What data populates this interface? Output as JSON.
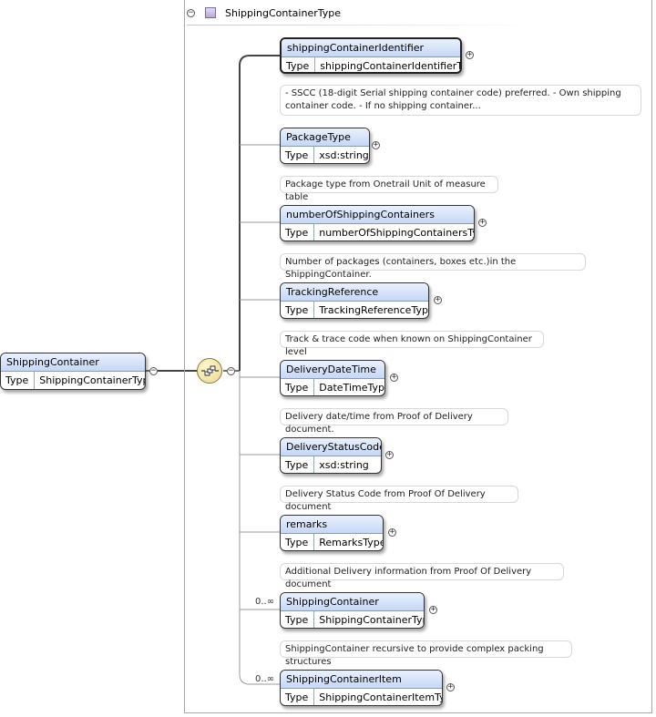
{
  "root": {
    "title": "ShippingContainer",
    "type_key": "Type",
    "type_value": "ShippingContainerType"
  },
  "complex_type": {
    "name": "ShippingContainerType"
  },
  "elements": [
    {
      "name": "shippingContainerIdentifier",
      "type_key": "Type",
      "type_value": "shippingContainerIdentifierType",
      "cardinality": "",
      "doc": "- SSCC (18-digit Serial shipping container code) preferred. - Own shipping container code. - If no shipping container..."
    },
    {
      "name": "PackageType",
      "type_key": "Type",
      "type_value": "xsd:string",
      "cardinality": "",
      "doc": "Package type from Onetrail Unit of measure table"
    },
    {
      "name": "numberOfShippingContainers",
      "type_key": "Type",
      "type_value": "numberOfShippingContainersType",
      "cardinality": "",
      "doc": "Number of packages (containers, boxes etc.)in the ShippingContainer."
    },
    {
      "name": "TrackingReference",
      "type_key": "Type",
      "type_value": "TrackingReferenceType",
      "cardinality": "",
      "doc": "Track & trace code when known on ShippingContainer level"
    },
    {
      "name": "DeliveryDateTime",
      "type_key": "Type",
      "type_value": "DateTimeType",
      "cardinality": "",
      "doc": "Delivery date/time from Proof of Delivery document."
    },
    {
      "name": "DeliveryStatusCode",
      "type_key": "Type",
      "type_value": "xsd:string",
      "cardinality": "",
      "doc": "Delivery Status Code from Proof Of Delivery document"
    },
    {
      "name": "remarks",
      "type_key": "Type",
      "type_value": "RemarksType",
      "cardinality": "",
      "doc": "Additional Delivery information from Proof Of Delivery document"
    },
    {
      "name": "ShippingContainer",
      "type_key": "Type",
      "type_value": "ShippingContainerType",
      "cardinality": "0..∞",
      "doc": "ShippingContainer recursive to provide complex packing structures"
    },
    {
      "name": "ShippingContainerItem",
      "type_key": "Type",
      "type_value": "ShippingContainerItemType",
      "cardinality": "0..∞",
      "doc": ""
    }
  ],
  "icons": {
    "collapse": "minus-icon",
    "expand": "plus-icon",
    "sequence": "sequence-compositor-icon",
    "complex_type": "complex-type-icon"
  },
  "colors": {
    "node_title_top": "#eaf1fd",
    "node_title_bottom": "#c6d7f5",
    "connector": "#999999",
    "sequence_fill": "#e8d890"
  }
}
